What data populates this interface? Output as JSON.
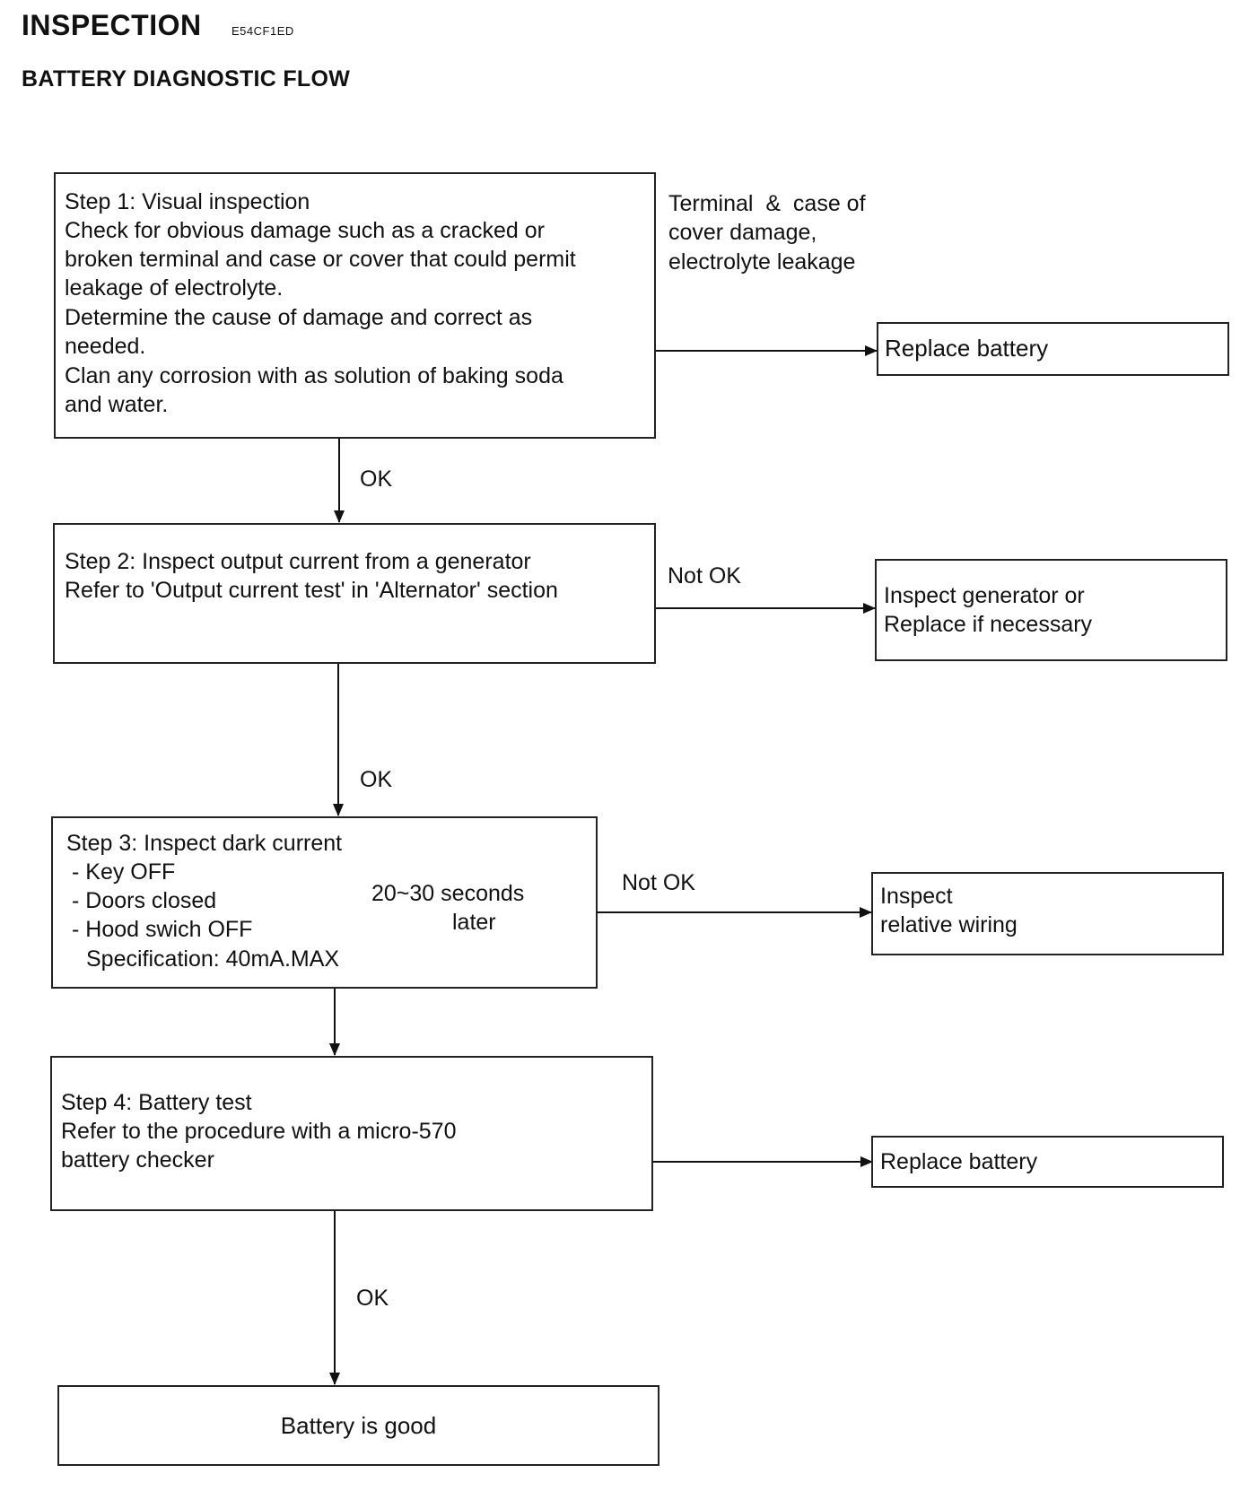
{
  "header": {
    "title": "INSPECTION",
    "code": "E54CF1ED",
    "subtitle": "BATTERY DIAGNOSTIC FLOW"
  },
  "step1": {
    "lines": [
      "Step 1: Visual inspection",
      "Check for obvious damage such as a cracked or",
      "broken terminal and case or cover that could permit",
      "leakage of electrolyte.",
      "Determine the cause of damage and correct as",
      "needed.",
      "Clan any corrosion with as solution of baking soda",
      "and water."
    ],
    "fail_label": [
      "Terminal  &  case of",
      "cover damage,",
      "electrolyte leakage"
    ],
    "fail_action": "Replace battery",
    "ok_label": "OK"
  },
  "step2": {
    "lines": [
      "Step 2: Inspect output current from a generator",
      "Refer to 'Output current test' in 'Alternator' section"
    ],
    "fail_label": "Not OK",
    "fail_action": [
      "Inspect generator or",
      "Replace if necessary"
    ],
    "ok_label": "OK"
  },
  "step3": {
    "title": "Step 3: Inspect dark current",
    "conditions": [
      "- Key OFF",
      "- Doors closed",
      "- Hood swich OFF"
    ],
    "spec": "Specification: 40mA.MAX",
    "timing": [
      "20~30 seconds",
      "later"
    ],
    "fail_label": "Not OK",
    "fail_action": [
      "Inspect",
      "relative wiring"
    ]
  },
  "step4": {
    "lines": [
      "Step 4: Battery test",
      "Refer to the procedure with a micro-570",
      "battery checker"
    ],
    "fail_action": "Replace battery",
    "ok_label": "OK"
  },
  "result": "Battery is good"
}
